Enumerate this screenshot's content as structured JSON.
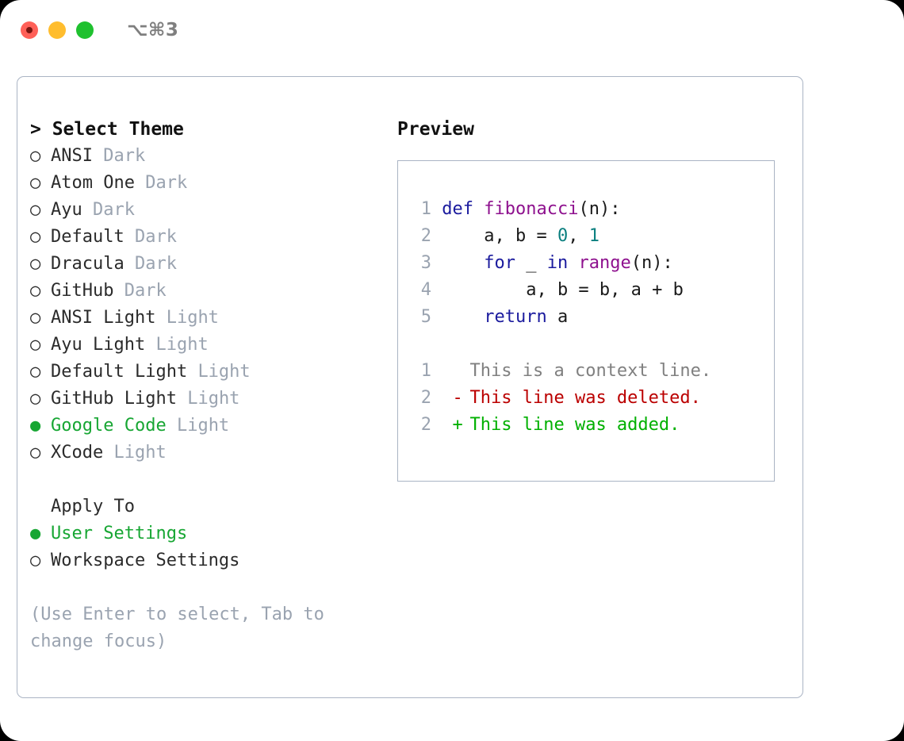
{
  "window": {
    "title": "⌥⌘3",
    "traffic_lights": [
      {
        "name": "close",
        "color": "#ff6058"
      },
      {
        "name": "minimize",
        "color": "#ffbd2e"
      },
      {
        "name": "maximize",
        "color": "#1fc12f"
      }
    ]
  },
  "colors": {
    "accent_green": "#17a633",
    "muted": "#9aa3b0",
    "border": "#aab4c4",
    "keyword": "#1b1b9e",
    "function": "#8e118e",
    "number": "#0b7f7f",
    "diff_add": "#00b000",
    "diff_del": "#bb0000",
    "diff_ctx": "#808080"
  },
  "theme_list": {
    "header": "> Select Theme",
    "marker_selected": "●",
    "marker_unselected": "○",
    "items": [
      {
        "label": "ANSI",
        "tag": "Dark",
        "selected": false
      },
      {
        "label": "Atom One",
        "tag": "Dark",
        "selected": false
      },
      {
        "label": "Ayu",
        "tag": "Dark",
        "selected": false
      },
      {
        "label": "Default",
        "tag": "Dark",
        "selected": false
      },
      {
        "label": "Dracula",
        "tag": "Dark",
        "selected": false
      },
      {
        "label": "GitHub",
        "tag": "Dark",
        "selected": false
      },
      {
        "label": "ANSI Light",
        "tag": "Light",
        "selected": false
      },
      {
        "label": "Ayu Light",
        "tag": "Light",
        "selected": false
      },
      {
        "label": "Default Light",
        "tag": "Light",
        "selected": false
      },
      {
        "label": "GitHub Light",
        "tag": "Light",
        "selected": false
      },
      {
        "label": "Google Code",
        "tag": "Light",
        "selected": true
      },
      {
        "label": "XCode",
        "tag": "Light",
        "selected": false
      }
    ]
  },
  "apply_to": {
    "header": "Apply To",
    "items": [
      {
        "label": "User Settings",
        "selected": true
      },
      {
        "label": "Workspace Settings",
        "selected": false
      }
    ]
  },
  "hint": "(Use Enter to select, Tab to change focus)",
  "preview": {
    "title": "Preview",
    "code_lines": [
      {
        "num": "1",
        "tokens": [
          {
            "t": "def",
            "c": "kw"
          },
          {
            "t": " ",
            "c": "pl"
          },
          {
            "t": "fibonacci",
            "c": "fn"
          },
          {
            "t": "(n):",
            "c": "pl"
          }
        ]
      },
      {
        "num": "2",
        "tokens": [
          {
            "t": "    a, b = ",
            "c": "pl"
          },
          {
            "t": "0",
            "c": "num"
          },
          {
            "t": ", ",
            "c": "pl"
          },
          {
            "t": "1",
            "c": "num"
          }
        ]
      },
      {
        "num": "3",
        "tokens": [
          {
            "t": "    ",
            "c": "pl"
          },
          {
            "t": "for",
            "c": "kw"
          },
          {
            "t": " _ ",
            "c": "pl"
          },
          {
            "t": "in",
            "c": "kw"
          },
          {
            "t": " ",
            "c": "pl"
          },
          {
            "t": "range",
            "c": "fn"
          },
          {
            "t": "(n):",
            "c": "pl"
          }
        ]
      },
      {
        "num": "4",
        "tokens": [
          {
            "t": "        a, b = b, a + b",
            "c": "pl"
          }
        ]
      },
      {
        "num": "5",
        "tokens": [
          {
            "t": "    ",
            "c": "pl"
          },
          {
            "t": "return",
            "c": "kw"
          },
          {
            "t": " a",
            "c": "pl"
          }
        ]
      }
    ],
    "diff_lines": [
      {
        "num": "1",
        "sign": " ",
        "text": "This is a context line.",
        "kind": "diff-ctx"
      },
      {
        "num": "2",
        "sign": "-",
        "text": "This line was deleted.",
        "kind": "diff-del"
      },
      {
        "num": "2",
        "sign": "+",
        "text": "This line was added.",
        "kind": "diff-add"
      }
    ]
  }
}
